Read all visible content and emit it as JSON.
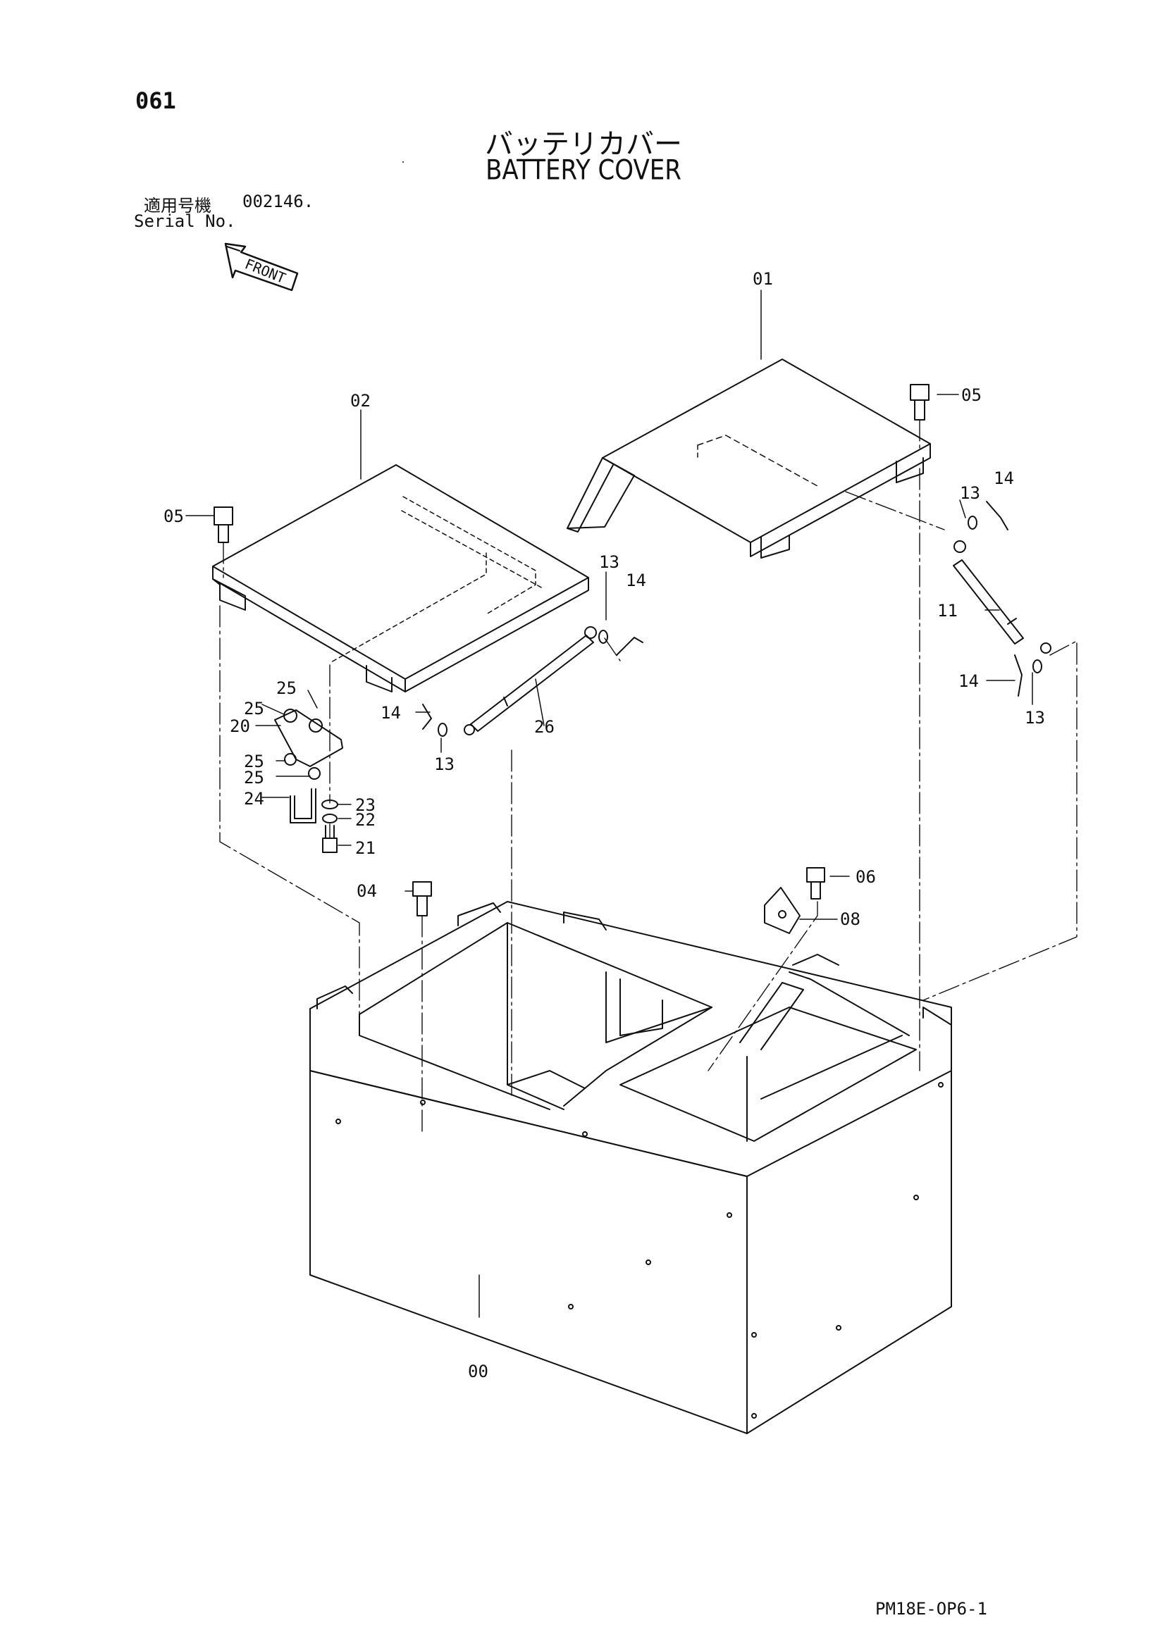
{
  "header": {
    "page_number": "061",
    "title_jp": "バッテリカバー",
    "title_en": "BATTERY COVER",
    "serial_label_jp": "適用号機",
    "serial_value": "002146.",
    "serial_label_en": "Serial No."
  },
  "front_indicator": "FRONT",
  "callouts": {
    "c00": "00",
    "c01": "01",
    "c02": "02",
    "c04": "04",
    "c05a": "05",
    "c05b": "05",
    "c06": "06",
    "c08": "08",
    "c11": "11",
    "c13a": "13",
    "c13b": "13",
    "c13c": "13",
    "c13d": "13",
    "c14a": "14",
    "c14b": "14",
    "c14c": "14",
    "c14d": "14",
    "c20": "20",
    "c21": "21",
    "c22": "22",
    "c23": "23",
    "c24": "24",
    "c25a": "25",
    "c25b": "25",
    "c25c": "25",
    "c25d": "25",
    "c26": "26"
  },
  "footer": {
    "drawing_code": "PM18E-OP6-1"
  }
}
